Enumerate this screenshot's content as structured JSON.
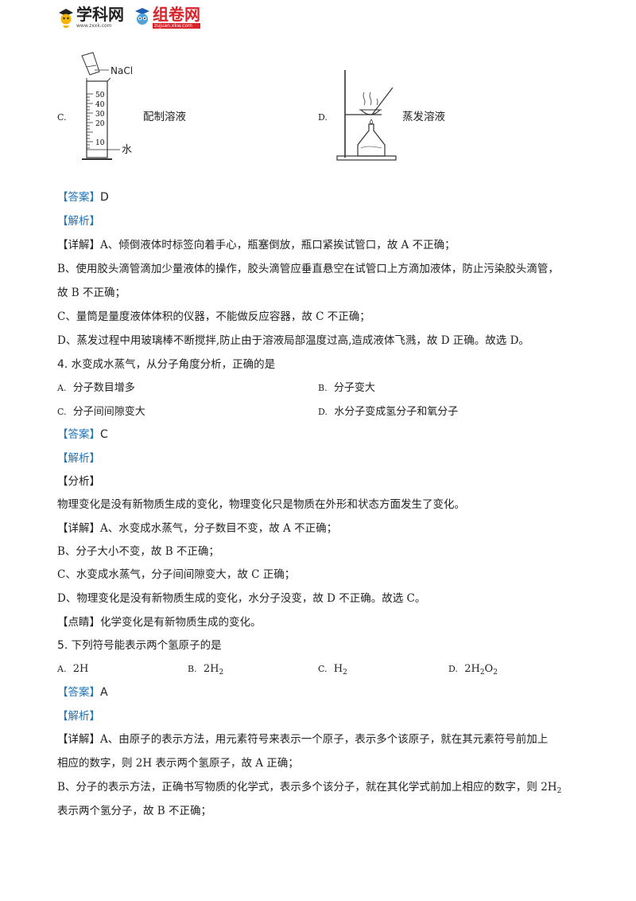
{
  "header": {
    "logo1_text": "学科网",
    "logo1_url": "www.zxxk.com",
    "logo2_text": "组卷网",
    "logo2_url": "zujuan.xkw.com"
  },
  "figures": {
    "c_letter": "C.",
    "c_caption": "配制溶液",
    "c_label_nacl": "NaCl",
    "c_label_water": "水",
    "c_scale": [
      "50",
      "40",
      "30",
      "20",
      "10"
    ],
    "d_letter": "D.",
    "d_caption": "蒸发溶液"
  },
  "q3": {
    "answer_tag": "【答案】",
    "answer_value": "D",
    "analysis_tag": "【解析】",
    "detail_tag": "【详解】",
    "detail_a": "A、倾倒液体时标签向着手心，瓶塞倒放，瓶口紧挨试管口，故 A 不正确；",
    "line_b1": "B、使用胶头滴管滴加少量液体的操作，胶头滴管应垂直悬空在试管口上方滴加液体，防止污染胶头滴管，",
    "line_b2": "故 B 不正确；",
    "line_c": "C、量筒是量度液体体积的仪器，不能做反应容器，故 C 不正确；",
    "line_d": "D、蒸发过程中用玻璃棒不断搅拌,防止由于溶液局部温度过高,造成液体飞溅，故 D 正确。故选 D。"
  },
  "q4": {
    "number": "4.",
    "stem": "水变成水蒸气，从分子角度分析，正确的是",
    "options": [
      {
        "letter": "A.",
        "text": "分子数目增多"
      },
      {
        "letter": "B.",
        "text": "分子变大"
      },
      {
        "letter": "C.",
        "text": "分子间间隙变大"
      },
      {
        "letter": "D.",
        "text": "水分子变成氢分子和氧分子"
      }
    ],
    "answer_tag": "【答案】",
    "answer_value": "C",
    "analysis_tag": "【解析】",
    "fenxi_tag": "【分析】",
    "fenxi_text": "物理变化是没有新物质生成的变化，物理变化只是物质在外形和状态方面发生了变化。",
    "detail_tag": "【详解】",
    "detail_a": "A、水变成水蒸气，分子数目不变，故 A 不正确；",
    "line_b": "B、分子大小不变，故 B 不正确；",
    "line_c": "C、水变成水蒸气，分子间间隙变大，故 C 正确；",
    "line_d": "D、物理变化是没有新物质生成的变化，水分子没变，故 D 不正确。故选 C。",
    "dianjing_tag": "【点睛】",
    "dianjing_text": "化学变化是有新物质生成的变化。"
  },
  "q5": {
    "number": "5.",
    "stem": "下列符号能表示两个氢原子的是",
    "options": [
      {
        "letter": "A.",
        "text": "2H"
      },
      {
        "letter": "B.",
        "text_pre": "2H",
        "sub": "2"
      },
      {
        "letter": "C.",
        "text_pre": "H",
        "sub": "2"
      },
      {
        "letter": "D.",
        "text_pre": "2H",
        "sub1": "2",
        "mid": "O",
        "sub2": "2"
      }
    ],
    "answer_tag": "【答案】",
    "answer_value": "A",
    "analysis_tag": "【解析】",
    "detail_tag": "【详解】",
    "detail_a1": "A、由原子的表示方法，用元素符号来表示一个原子，表示多个该原子，就在其元素符号前加上",
    "line_a2": "相应的数字，则 2H 表示两个氢原子，故 A 正确；",
    "line_b1_pre": "B、分子的表示方法，正确书写物质的化学式，表示多个该分子，就在其化学式前加上相应的数字，则 2H",
    "line_b1_sub": "2",
    "line_b2": "表示两个氢分子，故 B 不正确；"
  },
  "colors": {
    "tag": "#1e73b9",
    "text": "#222222"
  }
}
